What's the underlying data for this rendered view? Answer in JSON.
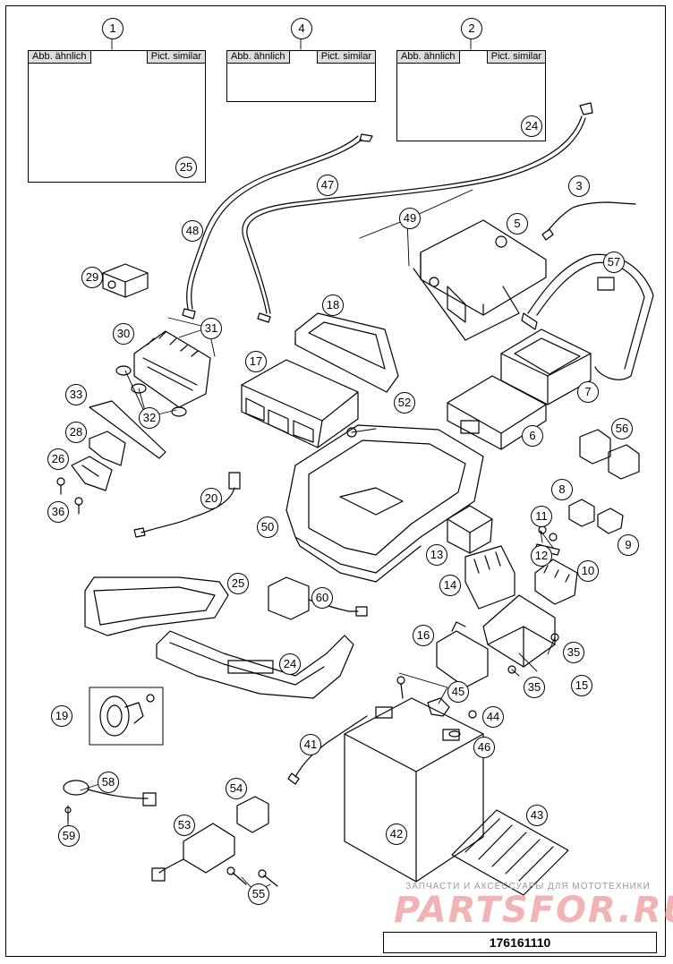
{
  "callouts": [
    {
      "id": "1"
    },
    {
      "id": "2"
    },
    {
      "id": "3"
    },
    {
      "id": "4"
    },
    {
      "id": "5"
    },
    {
      "id": "6"
    },
    {
      "id": "7"
    },
    {
      "id": "8"
    },
    {
      "id": "9"
    },
    {
      "id": "10"
    },
    {
      "id": "11"
    },
    {
      "id": "12"
    },
    {
      "id": "13"
    },
    {
      "id": "14"
    },
    {
      "id": "15"
    },
    {
      "id": "16"
    },
    {
      "id": "17"
    },
    {
      "id": "18"
    },
    {
      "id": "19"
    },
    {
      "id": "20"
    },
    {
      "id": "24"
    },
    {
      "id": "24"
    },
    {
      "id": "25"
    },
    {
      "id": "25"
    },
    {
      "id": "26"
    },
    {
      "id": "28"
    },
    {
      "id": "29"
    },
    {
      "id": "30"
    },
    {
      "id": "31"
    },
    {
      "id": "32"
    },
    {
      "id": "33"
    },
    {
      "id": "35"
    },
    {
      "id": "35"
    },
    {
      "id": "36"
    },
    {
      "id": "41"
    },
    {
      "id": "42"
    },
    {
      "id": "43"
    },
    {
      "id": "44"
    },
    {
      "id": "45"
    },
    {
      "id": "46"
    },
    {
      "id": "47"
    },
    {
      "id": "48"
    },
    {
      "id": "49"
    },
    {
      "id": "50"
    },
    {
      "id": "52"
    },
    {
      "id": "53"
    },
    {
      "id": "54"
    },
    {
      "id": "55"
    },
    {
      "id": "56"
    },
    {
      "id": "57"
    },
    {
      "id": "58"
    },
    {
      "id": "59"
    },
    {
      "id": "60"
    }
  ],
  "reference_boxes": [
    {
      "left_label": "Abb. ähnlich",
      "right_label": "Pict. similar"
    },
    {
      "left_label": "Abb. ähnlich",
      "right_label": "Pict. similar"
    },
    {
      "left_label": "Abb. ähnlich",
      "right_label": "Pict. similar"
    }
  ],
  "watermark": {
    "tagline": "ЗАПЧАСТИ И АКСЕССУАРЫ ДЛЯ МОТОТЕХНИКИ",
    "logo": "PARTSFOR.RU"
  },
  "part_number": "176161110",
  "colors": {
    "line": "#000000",
    "watermark_logo": "#f1b3b3",
    "watermark_text": "#9a9a9a",
    "ref_header": "#dddddd"
  }
}
